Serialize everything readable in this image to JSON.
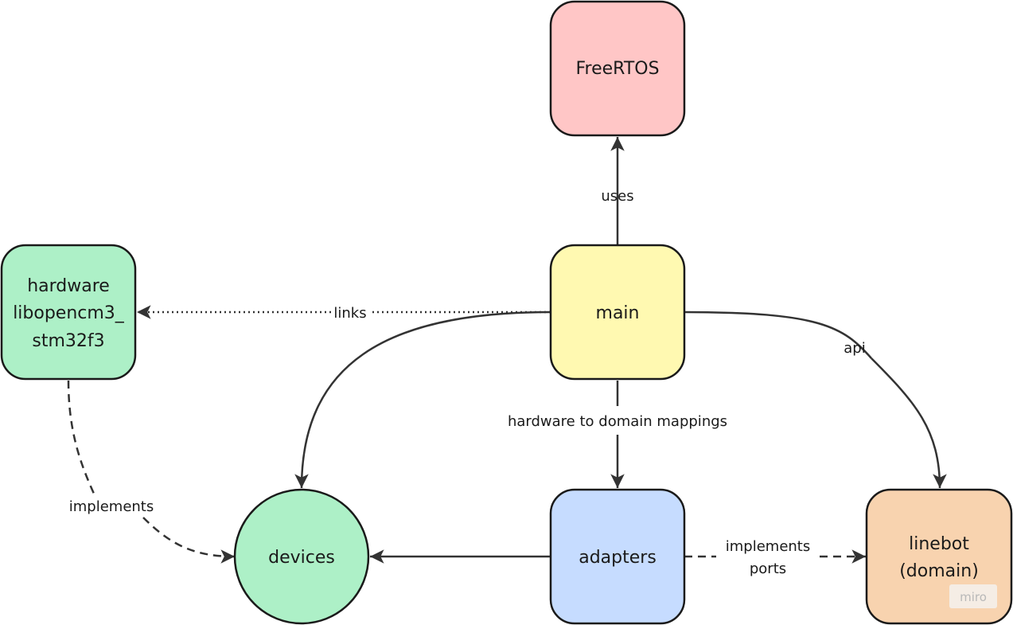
{
  "nodes": {
    "freertos": {
      "label": "FreeRTOS",
      "fill": "#ffc6c6"
    },
    "main": {
      "label": "main",
      "fill": "#fff9b1"
    },
    "hardware": {
      "lines": [
        "hardware",
        "libopencm3_",
        "stm32f3"
      ],
      "fill": "#adf0c7"
    },
    "devices": {
      "label": "devices",
      "fill": "#adf0c7"
    },
    "adapters": {
      "label": "adapters",
      "fill": "#c6dcff"
    },
    "linebot": {
      "lines": [
        "linebot",
        "(domain)"
      ],
      "fill": "#f8d3af"
    }
  },
  "edges": {
    "uses": "uses",
    "links": "links",
    "api": "api",
    "mappings": "hardware to domain mappings",
    "implements": "implements",
    "implements_ports": [
      "implements",
      "ports"
    ]
  },
  "colors": {
    "stroke": "#1a1a1a",
    "edge": "#333333",
    "watermark_bg": "#f5ede5"
  },
  "watermark": "miro"
}
